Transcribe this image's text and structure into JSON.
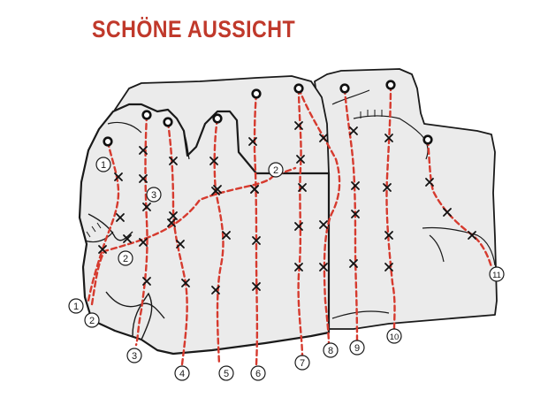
{
  "title": "SCHÖNE AUSSICHT",
  "colors": {
    "title": "#c0392b",
    "route_line": "#d63a2e",
    "rock_fill": "#ebebeb",
    "outline": "#1a1a1a",
    "bolt": "#111111"
  },
  "icons": {
    "anchor": "ring-anchor-icon",
    "bolt": "cross-bolt-icon"
  },
  "routes": [
    {
      "label": "1"
    },
    {
      "label": "2"
    },
    {
      "label": "3"
    },
    {
      "label": "4"
    },
    {
      "label": "5"
    },
    {
      "label": "6"
    },
    {
      "label": "7"
    },
    {
      "label": "8"
    },
    {
      "label": "9"
    },
    {
      "label": "10"
    },
    {
      "label": "11"
    }
  ],
  "labels": [
    {
      "route": "1",
      "text": "1"
    },
    {
      "route": "2",
      "text": "2"
    },
    {
      "route": "3",
      "text": "3"
    },
    {
      "route": "1",
      "text": "1"
    },
    {
      "route": "2",
      "text": "2"
    },
    {
      "route": "2",
      "text": "2"
    },
    {
      "route": "3",
      "text": "3"
    },
    {
      "route": "4",
      "text": "4"
    },
    {
      "route": "5",
      "text": "5"
    },
    {
      "route": "6",
      "text": "6"
    },
    {
      "route": "7",
      "text": "7"
    },
    {
      "route": "8",
      "text": "8"
    },
    {
      "route": "9",
      "text": "9"
    },
    {
      "route": "10",
      "text": "10"
    },
    {
      "route": "11",
      "text": "11"
    }
  ]
}
